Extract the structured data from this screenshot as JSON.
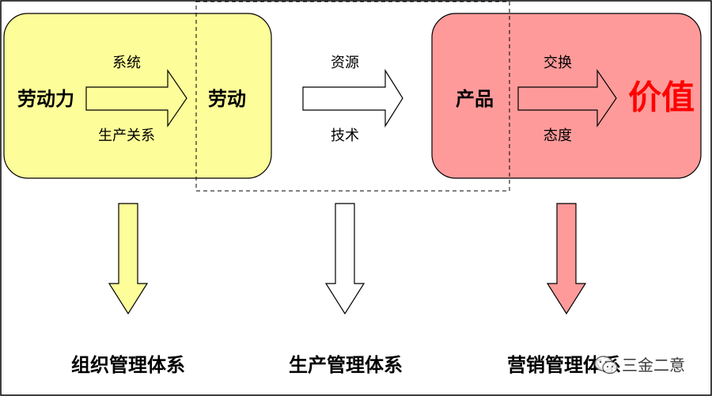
{
  "nodes": {
    "labor_force": "劳动力",
    "labor": "劳动",
    "product": "产品",
    "value": "价值"
  },
  "edges": {
    "labor_force_to_labor": {
      "top": "系统",
      "bottom": "生产关系"
    },
    "labor_to_product": {
      "top": "资源",
      "bottom": "技术"
    },
    "product_to_value": {
      "top": "交换",
      "bottom": "态度"
    }
  },
  "systems": {
    "organization": "组织管理体系",
    "production": "生产管理体系",
    "marketing": "营销管理体系"
  },
  "watermark": {
    "text": "三金二意"
  },
  "colors": {
    "yellow_fill": "#fdfd99",
    "red_fill": "#ff9a9a",
    "value_text": "#ff0000",
    "outline": "#000000"
  }
}
